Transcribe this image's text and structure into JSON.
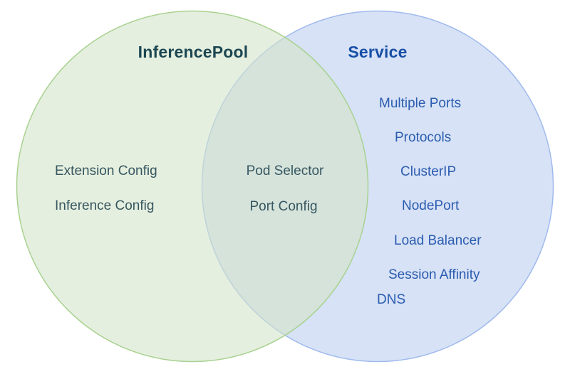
{
  "diagram": {
    "type": "venn",
    "left_circle": {
      "title": "InferencePool",
      "items": [
        "Extension Config",
        "Inference Config"
      ],
      "fill_color": "#e5efdf",
      "stroke_color": "#a8d290",
      "title_color": "#1c4752",
      "item_color": "#375760"
    },
    "intersection": {
      "items": [
        "Pod Selector",
        "Port Config"
      ],
      "fill_color": "#d5e3da",
      "item_color": "#375760"
    },
    "right_circle": {
      "title": "Service",
      "items": [
        "Multiple Ports",
        "Protocols",
        "ClusterIP",
        "NodePort",
        "Load Balancer",
        "Session Affinity",
        "DNS"
      ],
      "fill_color": "#d7e2f6",
      "stroke_color": "#9fbaed",
      "title_color": "#174ea6",
      "item_color": "#2b5cb0"
    }
  }
}
